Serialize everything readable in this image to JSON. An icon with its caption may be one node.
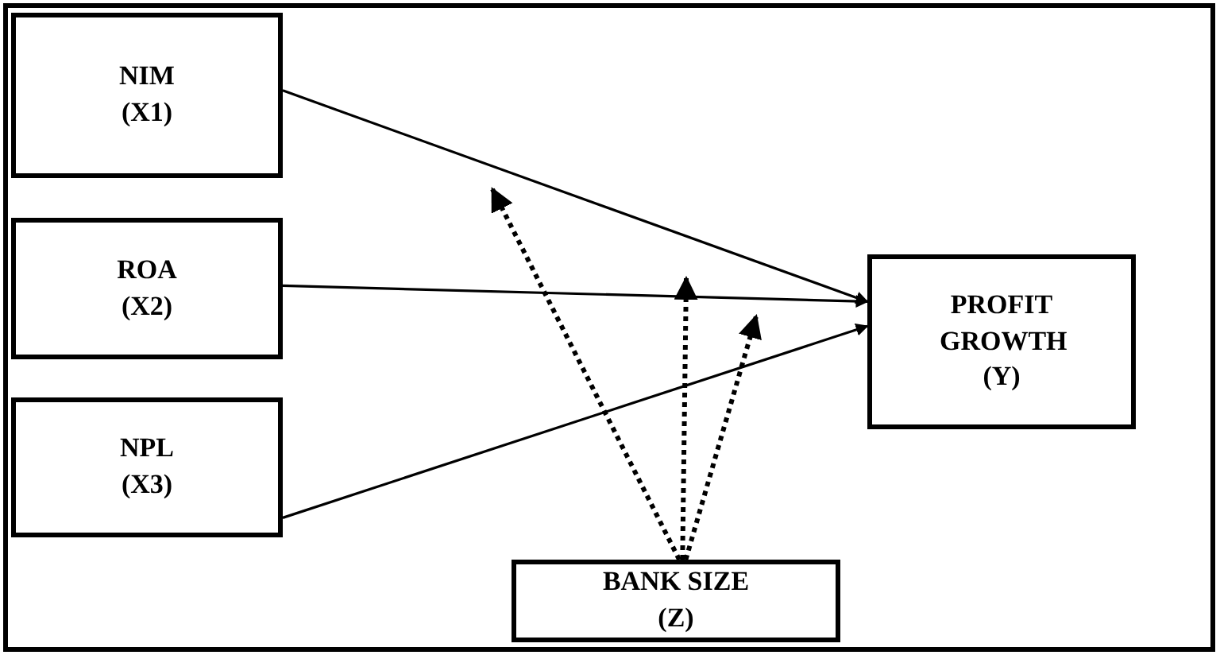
{
  "diagram": {
    "nodes": [
      {
        "text": [
          "NIM (X1)"
        ]
      },
      {
        "text": [
          "ROA (X2)"
        ]
      },
      {
        "text": [
          "NPL (X3)"
        ]
      },
      {
        "text": [
          "PROFIT GROWTH (Y)"
        ]
      },
      {
        "text": [
          "BANK SIZE (Z)"
        ]
      }
    ],
    "edges": [
      {
        "from": 0,
        "to": 3,
        "arrow": "to"
      },
      {
        "from": 1,
        "to": 3,
        "arrow": "to"
      },
      {
        "from": 2,
        "to": 3,
        "arrow": "to"
      },
      {
        "from": 4,
        "to": null,
        "arrow": "to",
        "style": "dashed"
      },
      {
        "from": 4,
        "to": null,
        "arrow": "to",
        "style": "dashed"
      },
      {
        "from": 4,
        "to": null,
        "arrow": "to",
        "style": "dashed"
      }
    ]
  }
}
